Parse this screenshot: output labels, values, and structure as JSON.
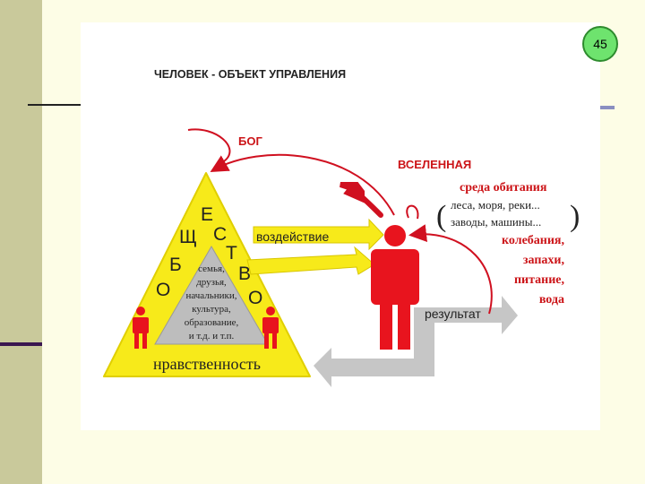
{
  "slide": {
    "number": "45",
    "title": "ЧЕЛОВЕК - ОБЪЕКТ УПРАВЛЕНИЯ"
  },
  "diagram": {
    "god_label": "БОГ",
    "universe_label": "ВСЕЛЕННАЯ",
    "habitat_title": "среда обитания",
    "habitat_line1": "леса, моря, реки...",
    "habitat_line2": "заводы, машины...",
    "factors": [
      "колебания,",
      "запахи,",
      "питание,",
      "вода"
    ],
    "influence_label": "воздействие",
    "result_label": "результат",
    "morality_label": "нравственность",
    "society_letters": [
      "Е",
      "Щ",
      "С",
      "Т",
      "Б",
      "В",
      "О",
      "О"
    ],
    "society_items": [
      "семья,",
      "друзья,",
      "начальники,",
      "культура,",
      "образование,",
      "и т.д. и т.п."
    ]
  },
  "colors": {
    "triangle": "#f7ea1a",
    "inner": "#bdbdbd",
    "person": "#e8141e",
    "arrow_red": "#d01020",
    "arrow_gray": "#c6c6c6",
    "heading_red": "#cc1418"
  }
}
